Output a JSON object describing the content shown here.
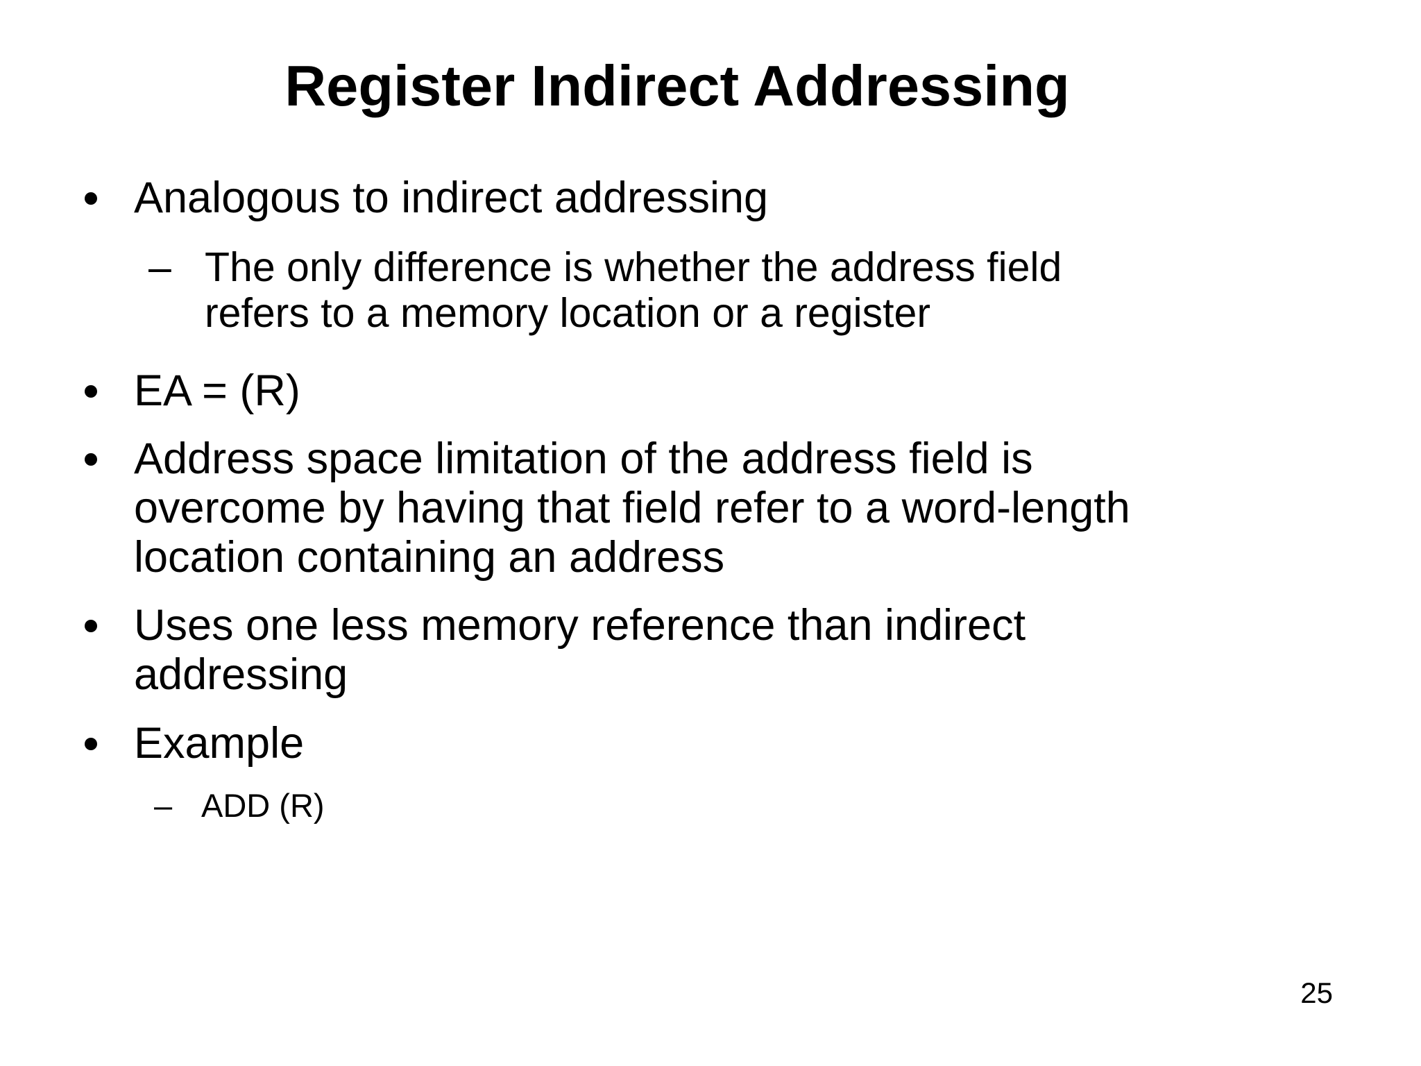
{
  "slide": {
    "title": "Register Indirect Addressing",
    "page_number": "25",
    "markers": {
      "dash": "–"
    },
    "bullets": [
      {
        "level": 1,
        "lines": [
          "Analogous to indirect addressing"
        ]
      },
      {
        "level": 2,
        "lines": [
          "The only difference is whether the address field",
          "refers to a memory location or a register"
        ]
      },
      {
        "level": 1,
        "lines": [
          "EA = (R)"
        ]
      },
      {
        "level": 1,
        "lines": [
          "Address space limitation of the address field is",
          "overcome by having that field refer to a word-length",
          "location containing an address"
        ]
      },
      {
        "level": 1,
        "lines": [
          "Uses one less memory reference than indirect",
          "addressing"
        ]
      },
      {
        "level": 1,
        "lines": [
          "Example"
        ]
      },
      {
        "level": 2,
        "small": true,
        "lines": [
          "ADD (R)"
        ]
      }
    ]
  }
}
